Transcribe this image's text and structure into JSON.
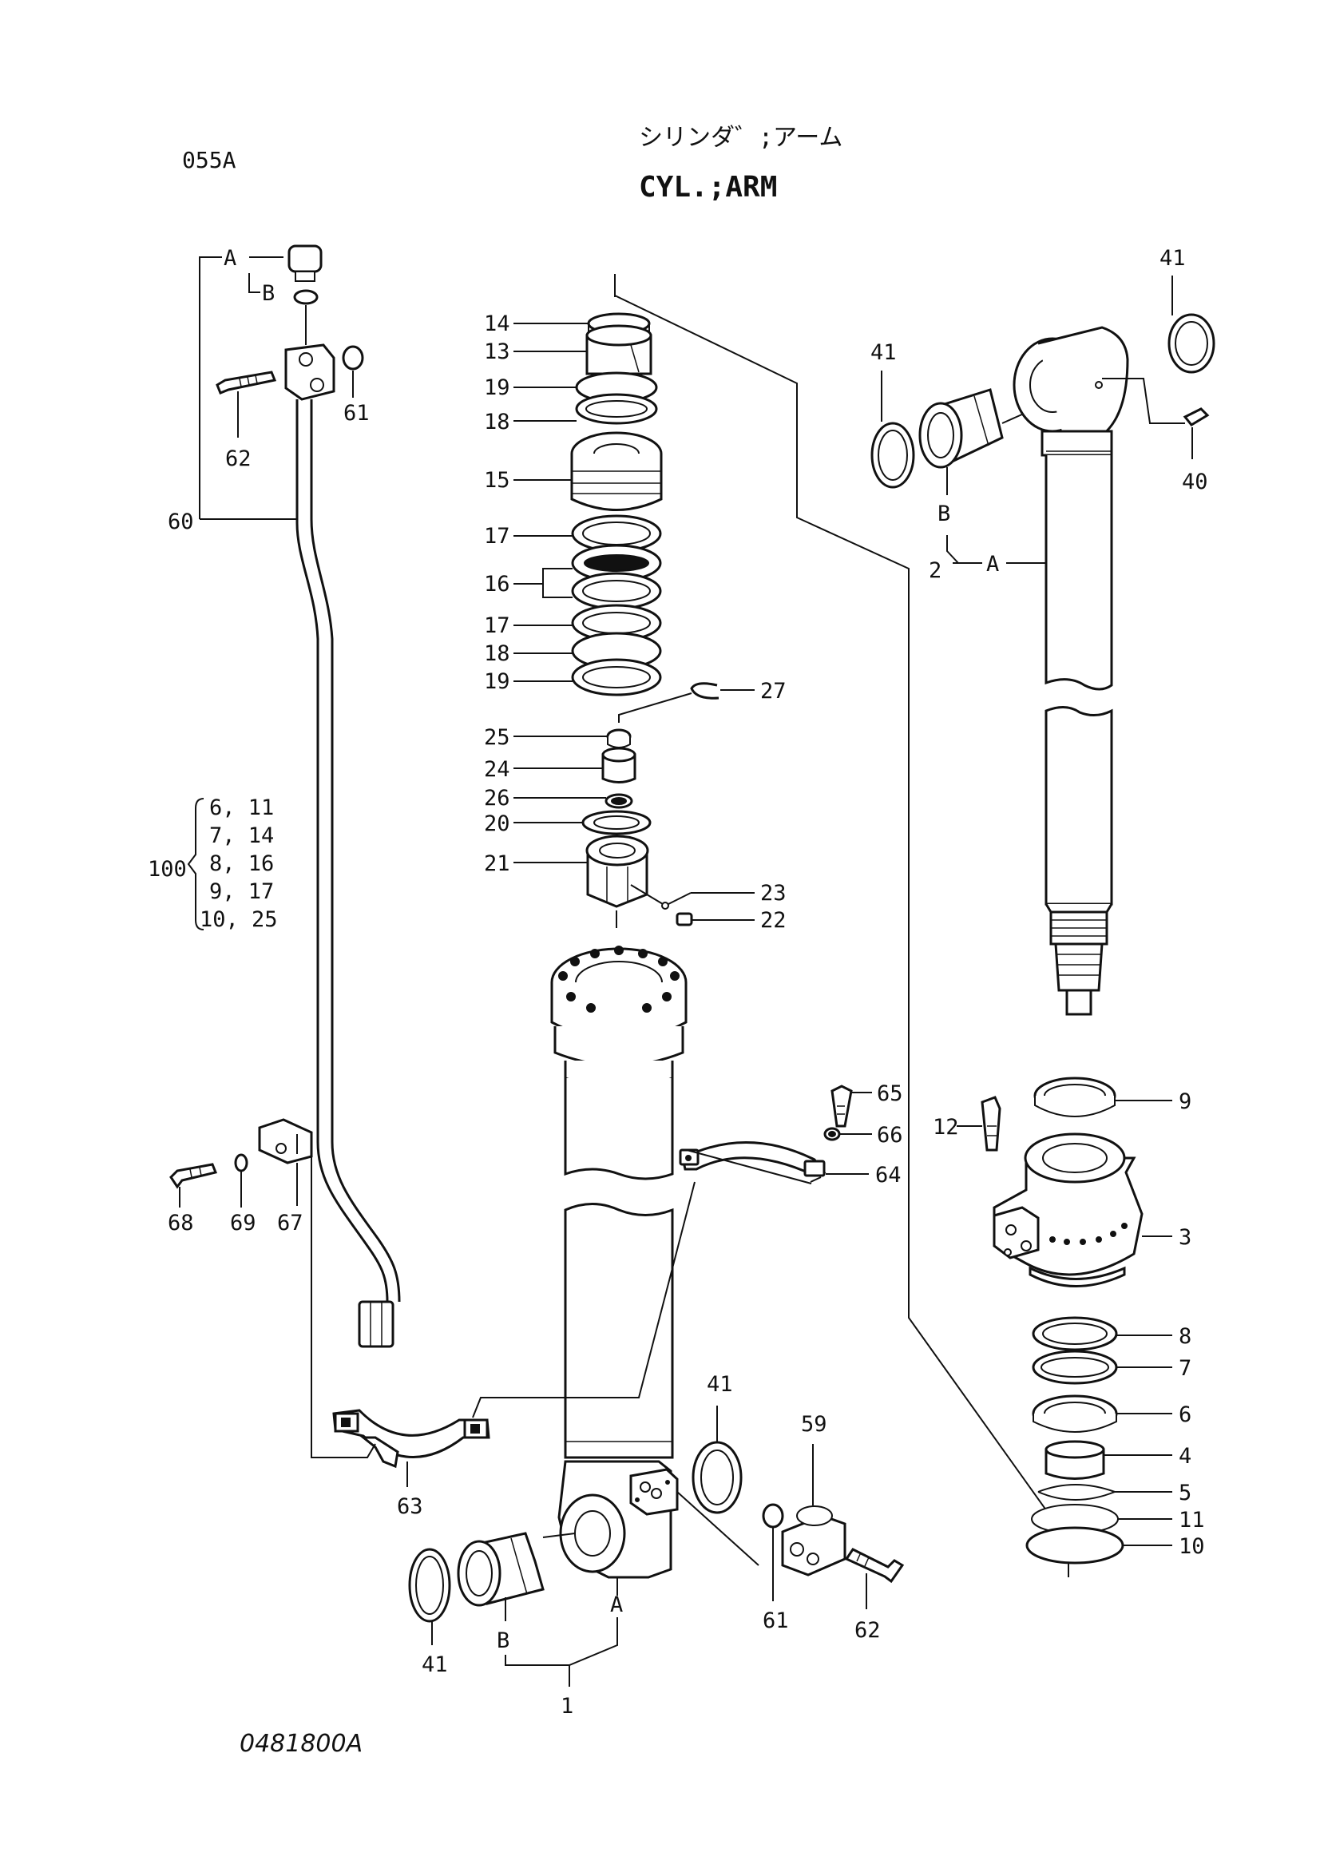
{
  "header": {
    "page_code": "055A",
    "title_jp": "シリンダ゛;アーム",
    "title_en": "CYL.;ARM"
  },
  "footer": {
    "drawing_number": "0481800A"
  },
  "kit_group": {
    "number": "100",
    "rows": [
      "6, 11",
      "7, 14",
      "8, 16",
      "9, 17",
      "10, 25"
    ]
  },
  "labels": {
    "p1": "1",
    "p2": "2",
    "p3": "3",
    "p4": "4",
    "p5": "5",
    "p6": "6",
    "p7": "7",
    "p8": "8",
    "p9": "9",
    "p10": "10",
    "p11": "11",
    "p12": "12",
    "p13": "13",
    "p14": "14",
    "p15": "15",
    "p16": "16",
    "p17a": "17",
    "p17b": "17",
    "p18a": "18",
    "p18b": "18",
    "p19a": "19",
    "p19b": "19",
    "p20": "20",
    "p21": "21",
    "p22": "22",
    "p23": "23",
    "p24": "24",
    "p25": "25",
    "p26": "26",
    "p27": "27",
    "p40": "40",
    "p41a": "41",
    "p41b": "41",
    "p41c": "41",
    "p41d": "41",
    "p59": "59",
    "p60": "60",
    "p61a": "61",
    "p61b": "61",
    "p62a": "62",
    "p62b": "62",
    "p63": "63",
    "p64": "64",
    "p65": "65",
    "p66": "66",
    "p67": "67",
    "p68": "68",
    "p69": "69",
    "A1": "A",
    "B1": "B",
    "A2": "A",
    "B2": "B",
    "A3": "A",
    "B3": "B"
  }
}
